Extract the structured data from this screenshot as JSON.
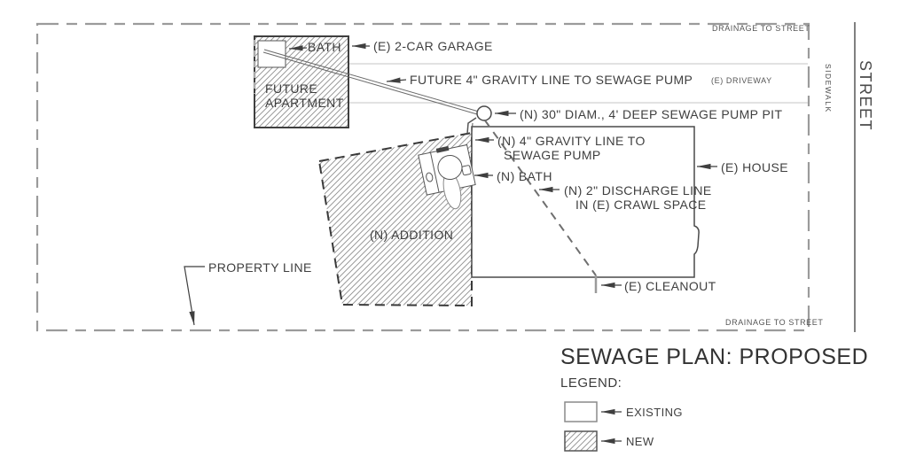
{
  "title": "SEWAGE PLAN: PROPOSED",
  "legend": {
    "title": "LEGEND:",
    "existing_label": "EXISTING",
    "new_label": "NEW"
  },
  "labels": {
    "drainage_top": "DRAINAGE  TO STREET",
    "drainage_bottom": "DRAINAGE  TO STREET",
    "sidewalk": "SIDEWALK",
    "street": "STREET",
    "driveway": "(E) DRIVEWAY",
    "bath_garage": "BATH",
    "garage": "(E) 2-CAR GARAGE",
    "future_apartment_line1": "FUTURE",
    "future_apartment_line2": "APARTMENT",
    "future_gravity": "FUTURE 4\" GRAVITY LINE TO SEWAGE PUMP",
    "pump_pit": "(N) 30\" DIAM., 4' DEEP SEWAGE PUMP PIT",
    "n_gravity_line1": "(N) 4\" GRAVITY LINE TO",
    "n_gravity_line2": "SEWAGE PUMP",
    "n_bath": "(N) BATH",
    "e_house": "(E) HOUSE",
    "discharge_line1": "(N) 2\" DISCHARGE LINE",
    "discharge_line2": "IN (E) CRAWL SPACE",
    "n_addition": "(N) ADDITION",
    "property_line": "PROPERTY LINE",
    "e_cleanout": "(E) CLEANOUT"
  },
  "colors": {
    "line_dark": "#3f3f3f",
    "line_gray": "#9b9b9b",
    "line_light": "#c6c6c6",
    "hatch_stroke": "#8f8f8f",
    "text": "#3d3d3d",
    "background": "#ffffff"
  }
}
